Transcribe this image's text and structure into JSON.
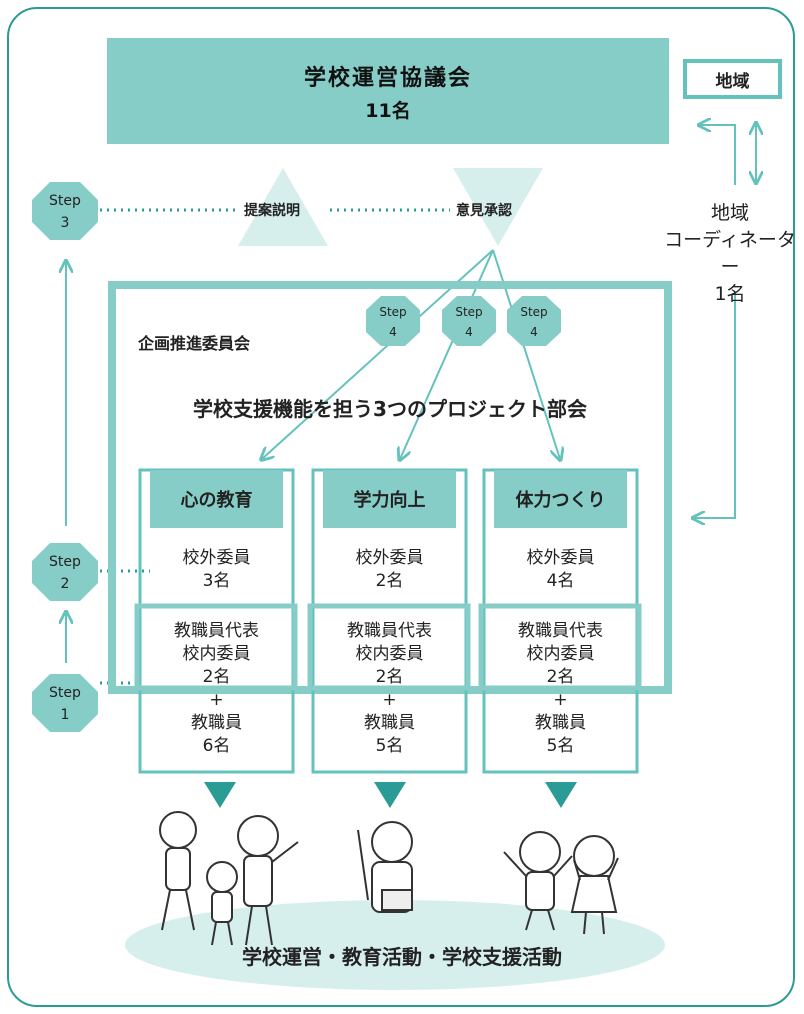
{
  "council": {
    "title": "学校運営協議会",
    "members": "11名"
  },
  "region": {
    "label": "地域"
  },
  "coordinator": {
    "line1": "地域",
    "line2": "コーディネーター",
    "line3": "1名"
  },
  "actions": {
    "proposal": "提案説明",
    "approval": "意見承認"
  },
  "committee": {
    "label": "企画推進委員会"
  },
  "projects_title": "学校支援機能を担う3つのプロジェクト部会",
  "steps": {
    "word": "Step",
    "s1": "1",
    "s2": "2",
    "s3": "3",
    "s4": "4"
  },
  "projects": [
    {
      "name": "心の教育",
      "external_label": "校外委員",
      "external_count": "3名",
      "rep_label": "教職員代表",
      "internal_label": "校内委員",
      "internal_count": "2名",
      "plus": "+",
      "staff_label": "教職員",
      "staff_count": "6名"
    },
    {
      "name": "学力向上",
      "external_label": "校外委員",
      "external_count": "2名",
      "rep_label": "教職員代表",
      "internal_label": "校内委員",
      "internal_count": "2名",
      "plus": "+",
      "staff_label": "教職員",
      "staff_count": "5名"
    },
    {
      "name": "体力つくり",
      "external_label": "校外委員",
      "external_count": "4名",
      "rep_label": "教職員代表",
      "internal_label": "校内委員",
      "internal_count": "2名",
      "plus": "+",
      "staff_label": "教職員",
      "staff_count": "5名"
    }
  ],
  "activities": "学校運営・教育活動・学校支援活動",
  "colors": {
    "teal": "#2a9c95",
    "light": "#86cdc8",
    "pale": "#d6efed",
    "line": "#64c2bc"
  }
}
